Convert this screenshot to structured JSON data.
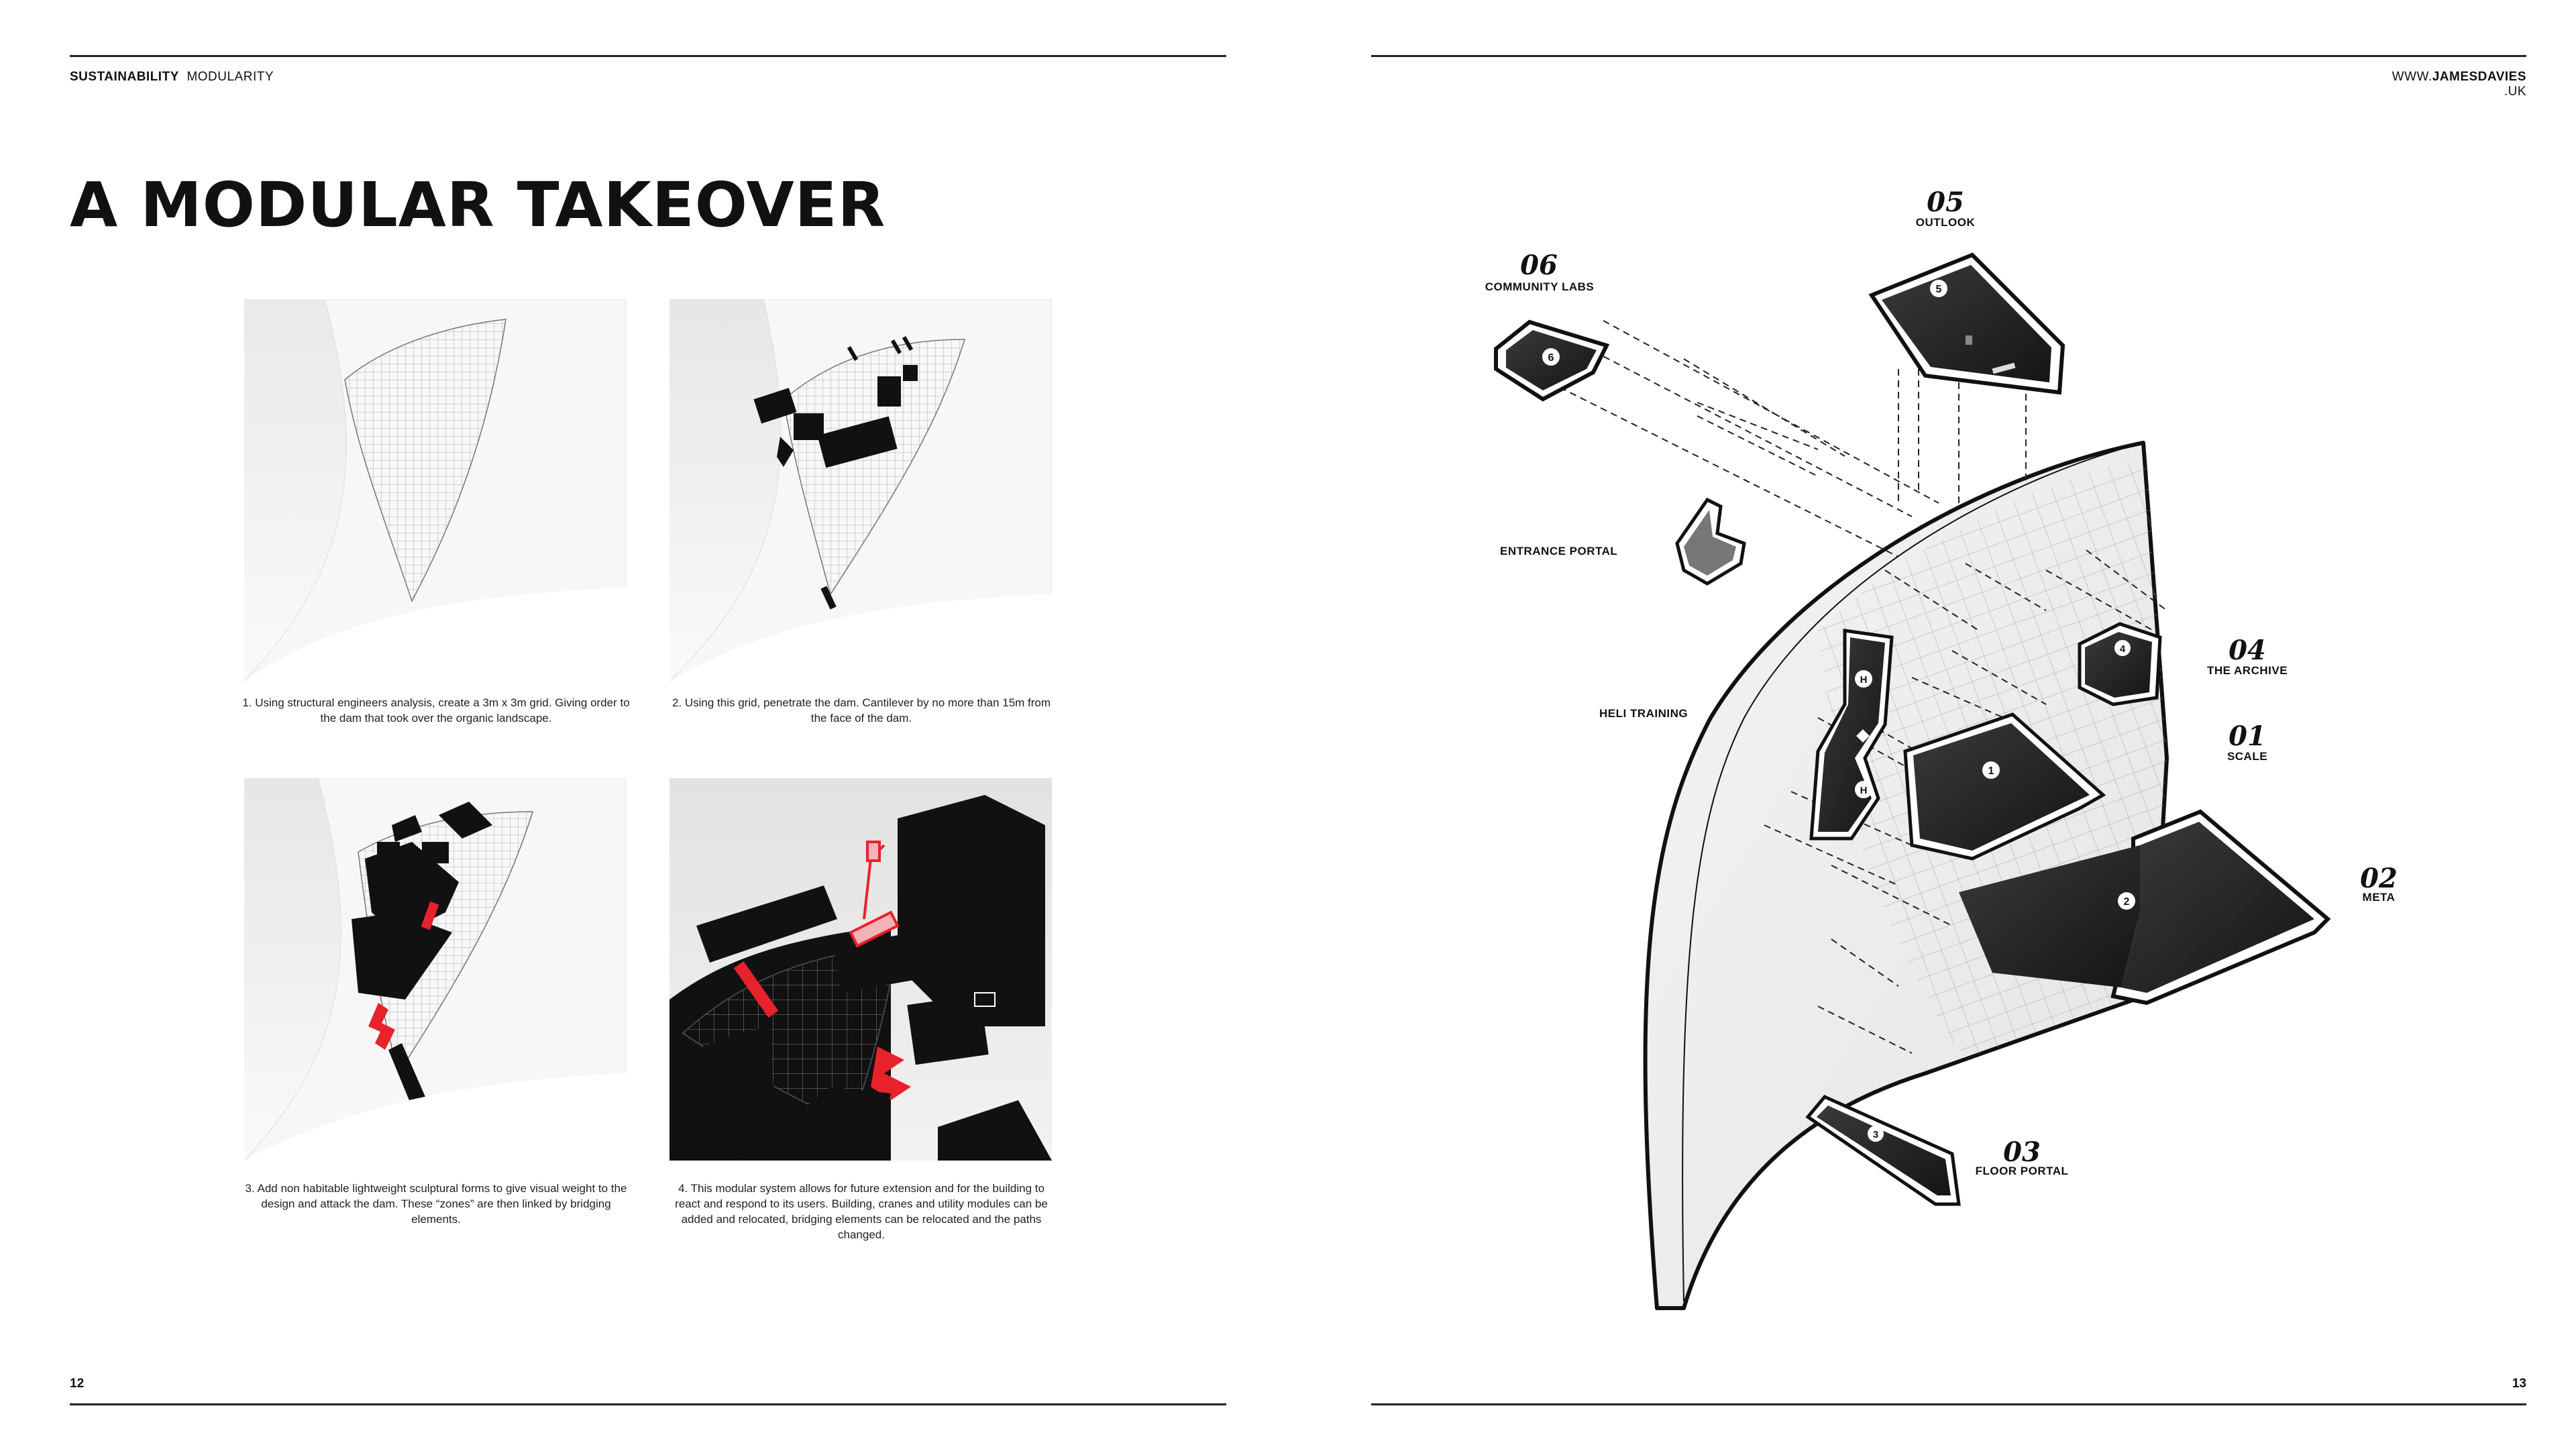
{
  "left_page": {
    "header_category": "SUSTAINABILITY",
    "header_subcategory": "MODULARITY",
    "title": "A MODULAR TAKEOVER",
    "page_number": "12",
    "steps": [
      {
        "caption": "1. Using structural engineers analysis, create a 3m x 3m grid. Giving order to the dam that took over the organic landscape."
      },
      {
        "caption": "2. Using this grid, penetrate the dam. Cantilever by no more than 15m from the face of the dam."
      },
      {
        "caption": "3. Add non habitable lightweight sculptural forms to give visual weight to the design and attack the dam. These “zones” are then linked by bridging elements."
      },
      {
        "caption": "4. This modular system allows for future extension and for the building to react and respond to its users. Building, cranes and utility modules can be added and relocated, bridging elements can be relocated and the paths changed."
      }
    ]
  },
  "right_page": {
    "website_prefix": "WWW.",
    "website_name": "JAMESDAVIES",
    "website_tld": ".UK",
    "page_number": "13",
    "modules": [
      {
        "number": "05",
        "name": "OUTLOOK",
        "marker": "5"
      },
      {
        "number": "06",
        "name": "COMMUNITY LABS",
        "marker": "6"
      },
      {
        "number": "",
        "name": "ENTRANCE PORTAL",
        "marker": ""
      },
      {
        "number": "04",
        "name": "THE ARCHIVE",
        "marker": "4"
      },
      {
        "number": "",
        "name": "HELI TRAINING",
        "marker": "H"
      },
      {
        "number": "01",
        "name": "SCALE",
        "marker": "1"
      },
      {
        "number": "02",
        "name": "META",
        "marker": "2"
      },
      {
        "number": "03",
        "name": "FLOOR PORTAL",
        "marker": "3"
      }
    ]
  },
  "colors": {
    "ink": "#111111",
    "accent_red": "#e8212c",
    "module_fill": "#1c1c1c",
    "dam_fill": "#f2f2f2"
  }
}
